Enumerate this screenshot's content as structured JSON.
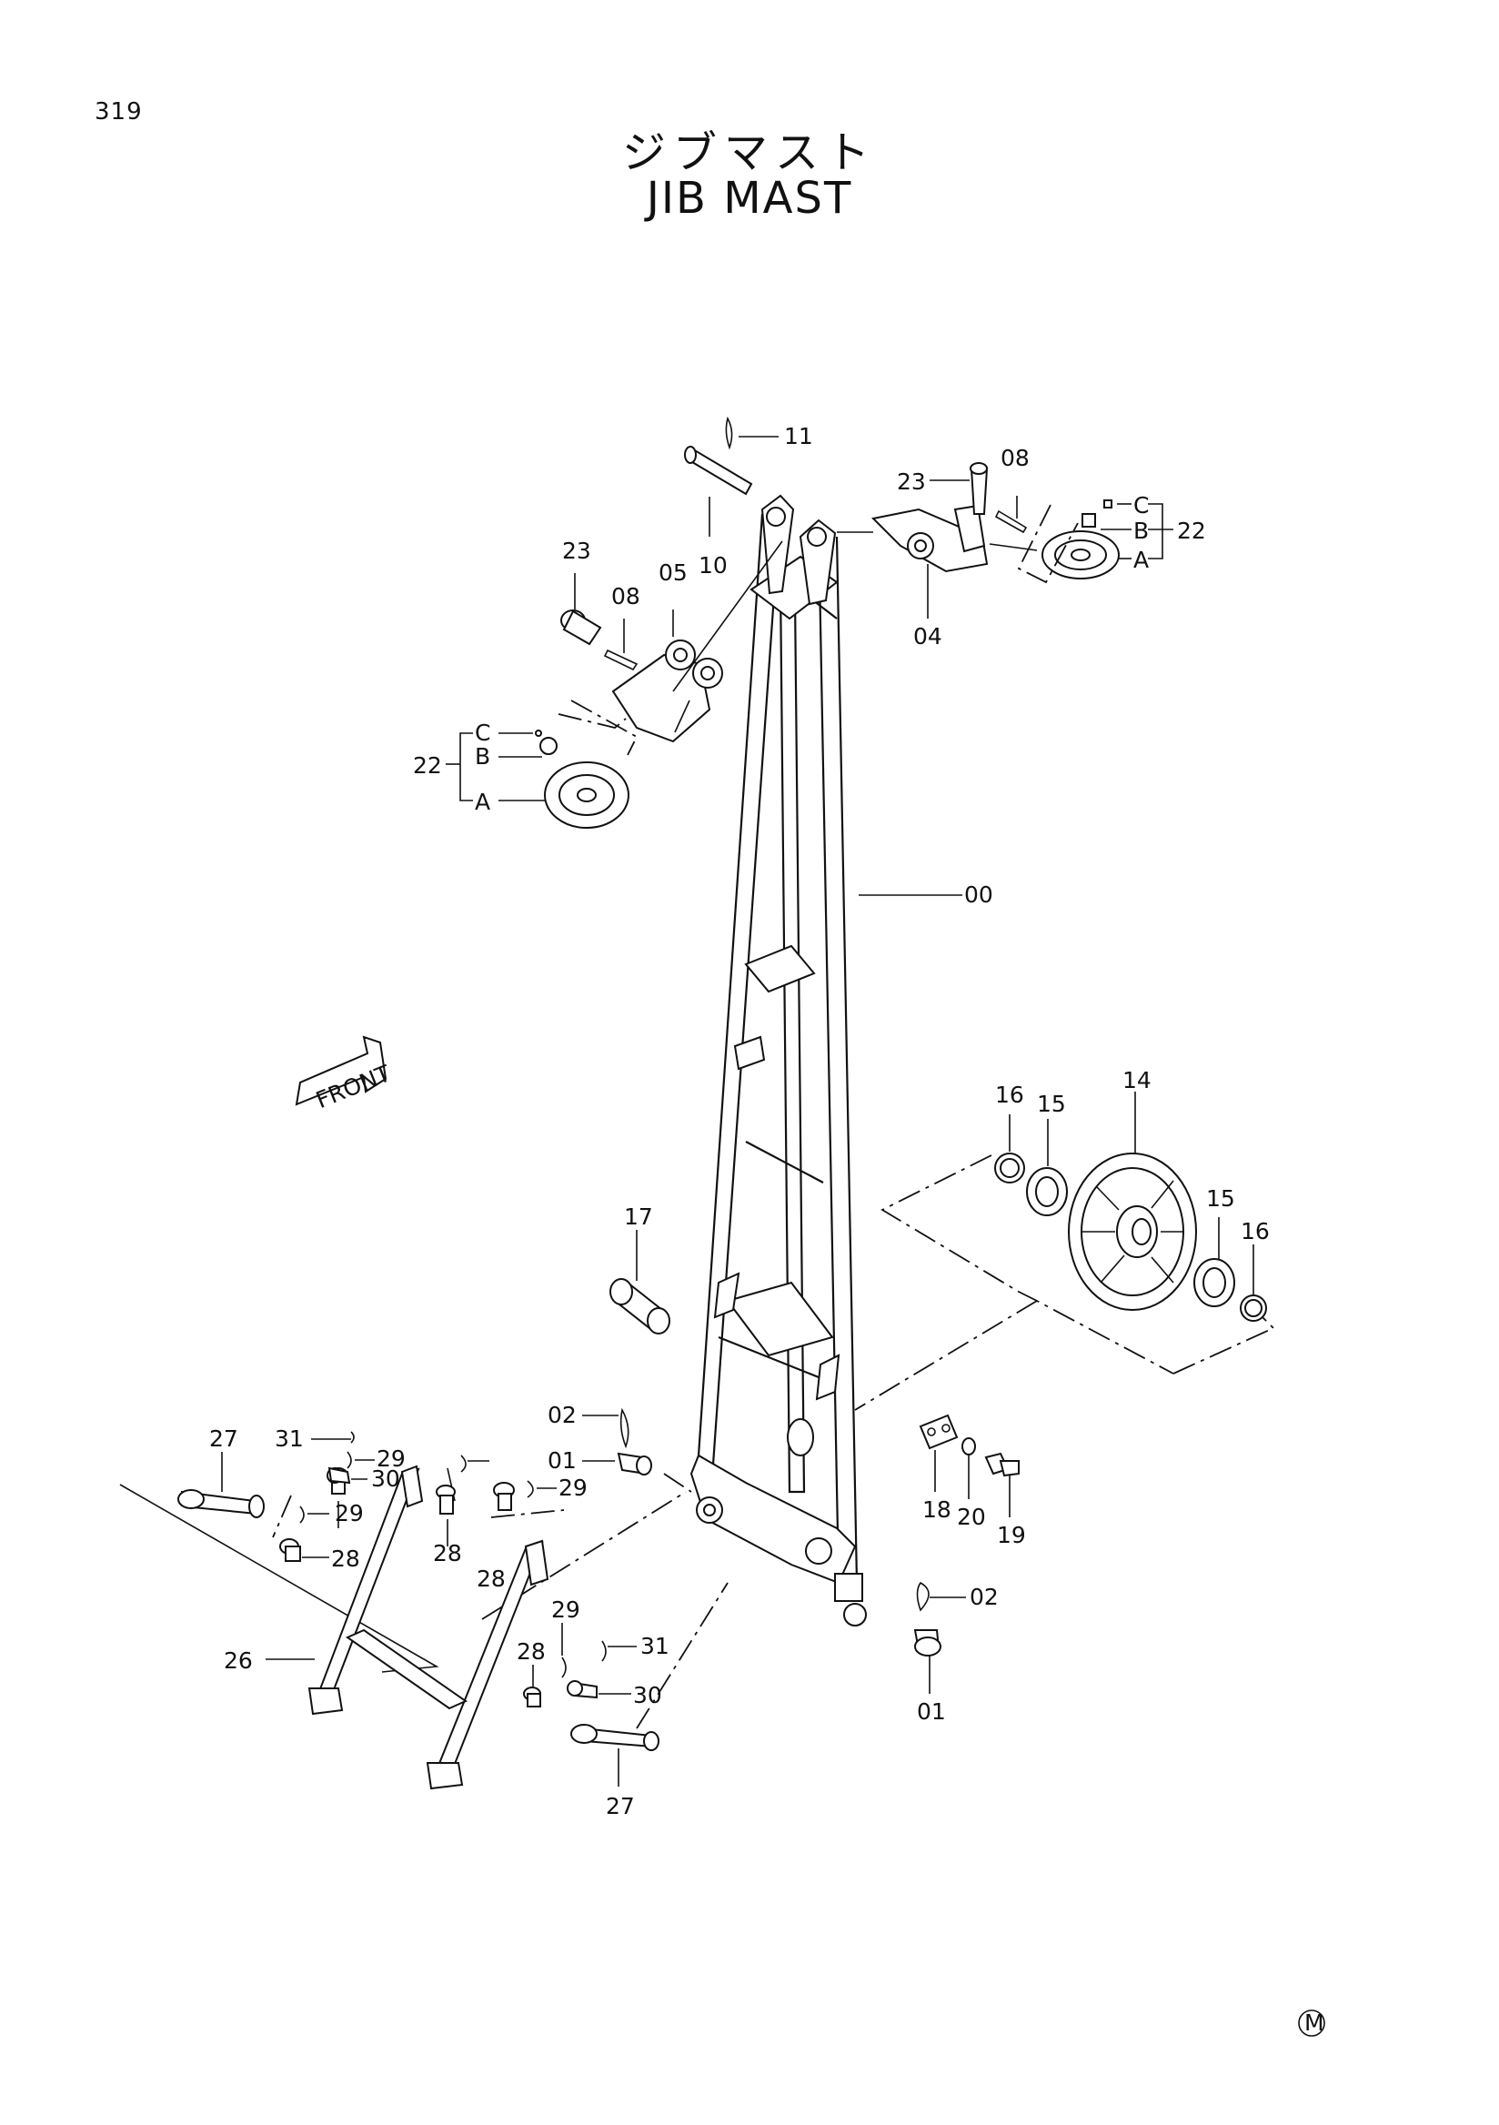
{
  "page_number": "319",
  "title_jp": "ジブマスト",
  "title_en": "JIB MAST",
  "callouts": [
    {
      "id": "11",
      "text": "11"
    },
    {
      "id": "10",
      "text": "10"
    },
    {
      "id": "23a",
      "text": "23"
    },
    {
      "id": "08a",
      "text": "08"
    },
    {
      "id": "04",
      "text": "04"
    },
    {
      "id": "c1",
      "text": "C"
    },
    {
      "id": "b1",
      "text": "B"
    },
    {
      "id": "a1",
      "text": "A"
    },
    {
      "id": "22a",
      "text": "22"
    },
    {
      "id": "23b",
      "text": "23"
    },
    {
      "id": "08b",
      "text": "08"
    },
    {
      "id": "05",
      "text": "05"
    },
    {
      "id": "c2",
      "text": "C"
    },
    {
      "id": "b2",
      "text": "B"
    },
    {
      "id": "a2",
      "text": "A"
    },
    {
      "id": "22b",
      "text": "22"
    },
    {
      "id": "00",
      "text": "00"
    },
    {
      "id": "16a",
      "text": "16"
    },
    {
      "id": "15a",
      "text": "15"
    },
    {
      "id": "14",
      "text": "14"
    },
    {
      "id": "15b",
      "text": "15"
    },
    {
      "id": "16b",
      "text": "16"
    },
    {
      "id": "17",
      "text": "17"
    },
    {
      "id": "02a",
      "text": "02"
    },
    {
      "id": "01a",
      "text": "01"
    },
    {
      "id": "18",
      "text": "18"
    },
    {
      "id": "20",
      "text": "20"
    },
    {
      "id": "19",
      "text": "19"
    },
    {
      "id": "02b",
      "text": "02"
    },
    {
      "id": "01b",
      "text": "01"
    },
    {
      "id": "27a",
      "text": "27"
    },
    {
      "id": "31a",
      "text": "31"
    },
    {
      "id": "30a",
      "text": "30"
    },
    {
      "id": "29a",
      "text": "29"
    },
    {
      "id": "29b",
      "text": "29"
    },
    {
      "id": "29c",
      "text": "29"
    },
    {
      "id": "28a",
      "text": "28"
    },
    {
      "id": "28b",
      "text": "28"
    },
    {
      "id": "28c",
      "text": "28"
    },
    {
      "id": "28d",
      "text": "28"
    },
    {
      "id": "26",
      "text": "26"
    },
    {
      "id": "29d",
      "text": "29"
    },
    {
      "id": "31b",
      "text": "31"
    },
    {
      "id": "30b",
      "text": "30"
    },
    {
      "id": "27b",
      "text": "27"
    }
  ],
  "front_label": "FRONT",
  "maker_mark": "M"
}
